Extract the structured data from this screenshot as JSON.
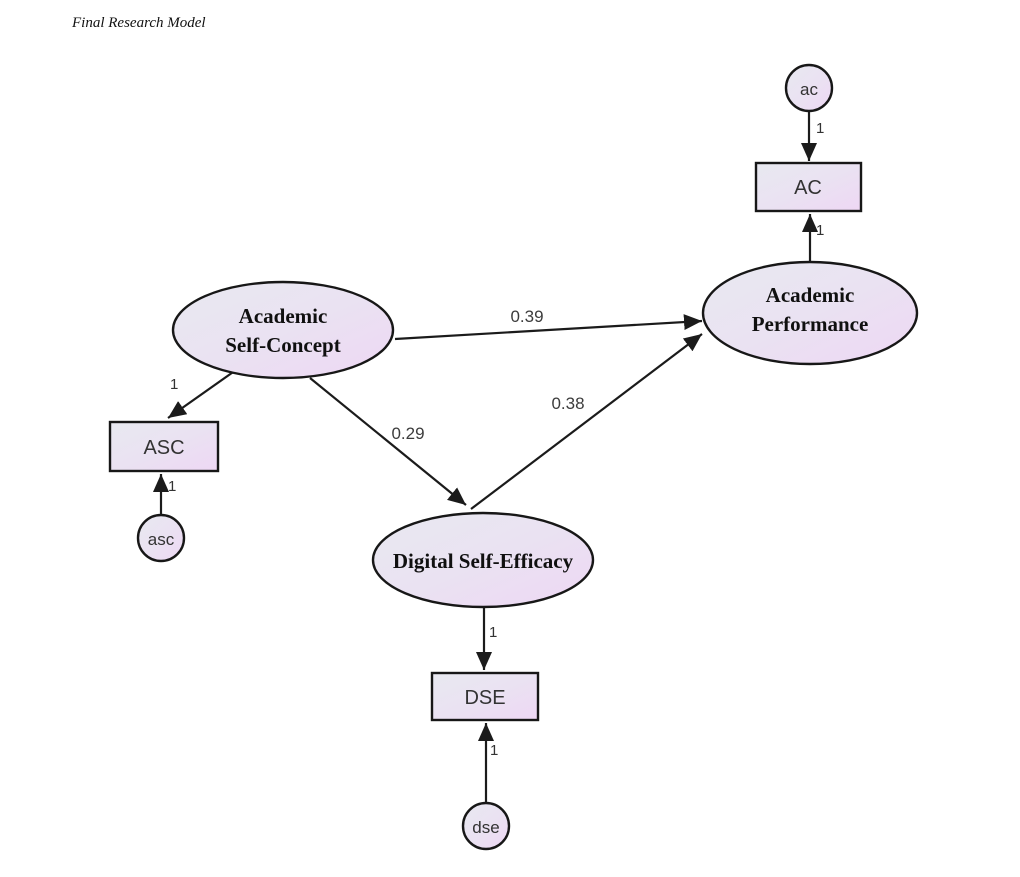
{
  "page": {
    "title": "Final Research Model"
  },
  "diagram": {
    "kind": "structural-equation-model-path-diagram",
    "nodes": {
      "academic_self_concept": {
        "type": "latent",
        "line1": "Academic",
        "line2": "Self-Concept"
      },
      "digital_self_efficacy": {
        "type": "latent",
        "label": "Digital Self-Efficacy"
      },
      "academic_performance": {
        "type": "latent",
        "line1": "Academic",
        "line2": "Performance"
      },
      "asc_indicator": {
        "type": "observed",
        "label": "ASC"
      },
      "dse_indicator": {
        "type": "observed",
        "label": "DSE"
      },
      "ac_indicator": {
        "type": "observed",
        "label": "AC"
      },
      "asc_error": {
        "type": "error",
        "label": "asc"
      },
      "dse_error": {
        "type": "error",
        "label": "dse"
      },
      "ac_error": {
        "type": "error",
        "label": "ac"
      }
    },
    "paths": [
      {
        "id": "asc-to-ap",
        "from": "Academic Self-Concept",
        "to": "Academic Performance",
        "value": "0.39"
      },
      {
        "id": "asc-to-dse",
        "from": "Academic Self-Concept",
        "to": "Digital Self-Efficacy",
        "value": "0.29"
      },
      {
        "id": "dse-to-ap",
        "from": "Digital Self-Efficacy",
        "to": "Academic Performance",
        "value": "0.38"
      },
      {
        "id": "ap-to-ac",
        "from": "Academic Performance",
        "to": "AC",
        "value": "1"
      },
      {
        "id": "ac-err-to-ac",
        "from": "ac",
        "to": "AC",
        "value": "1"
      },
      {
        "id": "asc-to-asc-ind",
        "from": "Academic Self-Concept",
        "to": "ASC",
        "value": "1"
      },
      {
        "id": "asc-err-to-asc",
        "from": "asc",
        "to": "ASC",
        "value": "1"
      },
      {
        "id": "dse-to-dse-ind",
        "from": "Digital Self-Efficacy",
        "to": "DSE",
        "value": "1"
      },
      {
        "id": "dse-err-to-dse",
        "from": "dse",
        "to": "DSE",
        "value": "1"
      }
    ],
    "colors": {
      "node_fill_start": "#e8e9f0",
      "node_fill_end": "#eed7f4",
      "stroke": "#171717",
      "coefficient_text": "#3c3c3c",
      "background": "#ffffff"
    }
  }
}
